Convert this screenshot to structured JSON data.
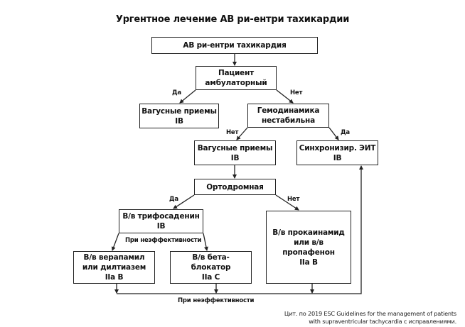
{
  "title": "Ургентное лечение АВ ри-ентри тахикардии",
  "nodes": {
    "start": {
      "lines": [
        "АВ ри-ентри тахикардия"
      ]
    },
    "outpatient": {
      "lines": [
        "Пациент",
        "амбулаторный"
      ]
    },
    "vagal_1": {
      "lines": [
        "Вагусные приемы",
        "IB"
      ]
    },
    "hemodynamics": {
      "lines": [
        "Гемодинамика",
        "нестабильна"
      ]
    },
    "vagal_2": {
      "lines": [
        "Вагусные приемы",
        "IB"
      ]
    },
    "cardioversion": {
      "lines": [
        "Синхронизир. ЭИТ",
        "IB"
      ]
    },
    "orthodromic": {
      "lines": [
        "Ортодромная"
      ]
    },
    "adenosine": {
      "lines": [
        "В/в трифосаденин",
        "IB"
      ]
    },
    "verapamil": {
      "lines": [
        "В/в верапамил",
        "или дилтиазем",
        "IIa B"
      ]
    },
    "beta_blocker": {
      "lines": [
        "В/в бета-",
        "блокатор",
        "IIa C"
      ]
    },
    "procainamide": {
      "lines": [
        "В/в прокаинамид",
        "или в/в",
        "пропафенон",
        "IIa B"
      ]
    }
  },
  "edge_labels": {
    "outpatient_yes": "Да",
    "outpatient_no": "Нет",
    "hemo_no": "Нет",
    "hemo_yes": "Да",
    "ortho_yes": "Да",
    "ortho_no": "Нет",
    "adenosine_fail": "При неэффективности",
    "final_fail": "При неэффективности"
  },
  "citation": {
    "line1": "Цит. по 2019 ESC Guidelines for the management of patients",
    "line2": "with supraventricular tachycardia с исправлениями."
  }
}
